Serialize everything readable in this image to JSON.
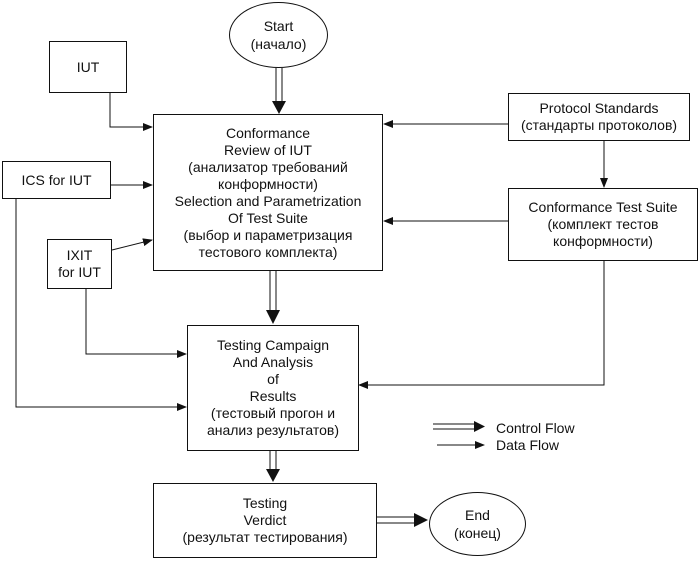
{
  "start": {
    "lines": [
      "Start",
      "(начало)"
    ]
  },
  "end": {
    "lines": [
      "End",
      "(конец)"
    ]
  },
  "iut": {
    "lines": [
      "IUT"
    ]
  },
  "ics": {
    "lines": [
      "ICS for IUT"
    ]
  },
  "ixit": {
    "lines": [
      "IXIT",
      "for IUT"
    ]
  },
  "conformance_review": {
    "lines": [
      "Conformance",
      "Review of IUT",
      "(анализатор требований",
      "конформности)",
      "Selection and Parametrization",
      "Of Test Suite",
      "(выбор и параметризация",
      "тестового комплекта)"
    ]
  },
  "protocol_standards": {
    "lines": [
      "Protocol Standards",
      "(стандарты протоколов)"
    ]
  },
  "conformance_test_suite": {
    "lines": [
      "Conformance Test Suite",
      "(комплект тестов",
      "конформности)"
    ]
  },
  "testing_campaign": {
    "lines": [
      "Testing Campaign",
      "And Analysis",
      "of",
      "Results",
      "(тестовый прогон и",
      "анализ результатов)"
    ]
  },
  "testing_verdict": {
    "lines": [
      "Testing",
      "Verdict",
      "(результат тестирования)"
    ]
  },
  "legend": {
    "control_flow": "Control Flow",
    "data_flow": "Data Flow"
  }
}
